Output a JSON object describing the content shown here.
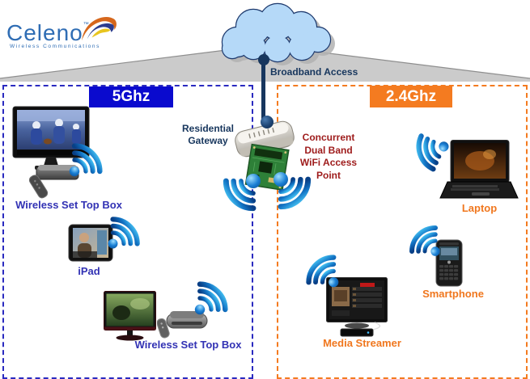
{
  "brand": {
    "name": "Celeno",
    "tm": "™",
    "tagline": "Wireless Communications"
  },
  "broadband_label": "Broadband Access",
  "zones": {
    "left": {
      "label": "5Ghz",
      "color": "#0a0ace"
    },
    "right": {
      "label": "2.4Ghz",
      "color": "#f47b20"
    }
  },
  "gateway": {
    "line1": "Residential",
    "line2": "Gateway"
  },
  "access_point": {
    "line1": "Concurrent",
    "line2": "Dual Band",
    "line3": "WiFi Access",
    "line4": "Point"
  },
  "devices": {
    "stb1": {
      "label": "Wireless Set Top Box"
    },
    "ipad": {
      "label": "iPad"
    },
    "stb2": {
      "label": "Wireless Set Top Box"
    },
    "laptop": {
      "label": "Laptop"
    },
    "smartphone": {
      "label": "Smartphone"
    },
    "media": {
      "label": "Media Streamer"
    }
  },
  "colors": {
    "zone_5ghz": "#0a0ace",
    "zone_24ghz": "#f47b20",
    "device_label_blue": "#3232b4",
    "device_label_orange": "#f0771e",
    "navy_text": "#17365d",
    "access_point_red": "#9e1b1b",
    "cloud_fill": "#b5d9f8",
    "beam_gray": "#cbcbcb",
    "wifi_blue": "#1273c4"
  }
}
